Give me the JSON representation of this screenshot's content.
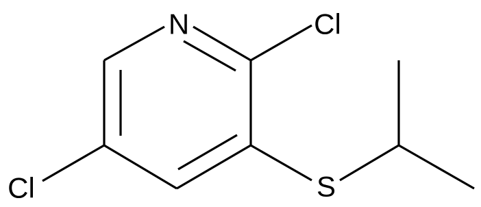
{
  "molecule": {
    "atoms": {
      "n1": "N",
      "cl2": "Cl",
      "cl5": "Cl",
      "s": "S"
    },
    "colors": {
      "bond": "#000000",
      "label": "#000000",
      "background": "#ffffff"
    }
  }
}
